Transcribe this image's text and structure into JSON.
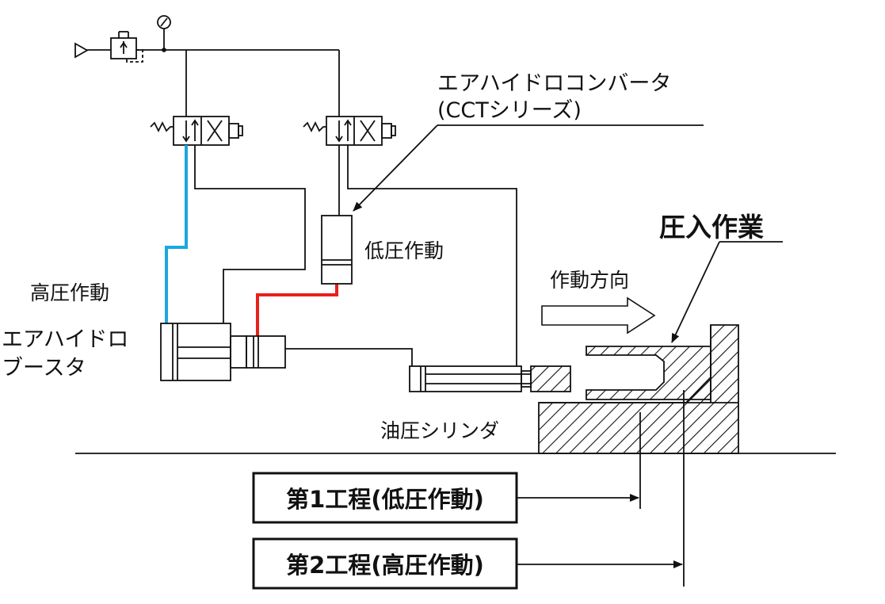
{
  "labels": {
    "converter_name": "エアハイドロコンバータ",
    "converter_series": "(CCTシリーズ)",
    "low_pressure": "低圧作動",
    "high_pressure": "高圧作動",
    "booster_line1": "エアハイドロ",
    "booster_line2": "ブースタ",
    "cylinder": "油圧シリンダ",
    "direction": "作動方向",
    "press_fit": "圧入作業",
    "step1": "第1工程(低圧作動)",
    "step2": "第2工程(高圧作動)"
  },
  "colors": {
    "line": "#111111",
    "high_pressure_line": "#1aa7e0",
    "low_pressure_line": "#e8201c"
  }
}
